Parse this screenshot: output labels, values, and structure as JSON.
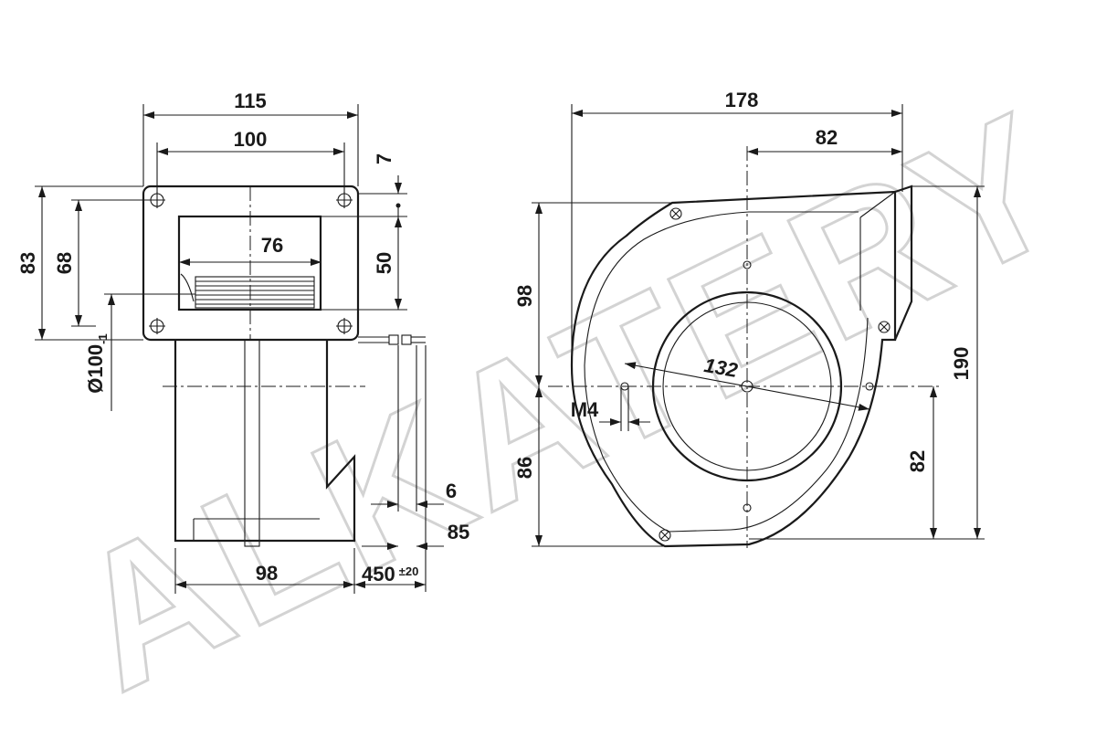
{
  "watermark": {
    "text": "ALKATERY"
  },
  "dimensions": {
    "front_width_115": "115",
    "front_width_100": "100",
    "gap_7": "7",
    "height_83": "83",
    "height_68": "68",
    "outlet_76": "76",
    "outlet_50": "50",
    "diameter_100": "Ø100",
    "diameter_tol": "-1",
    "depth_98": "98",
    "cable_6": "6",
    "cable_85": "85",
    "cable_450": "450",
    "cable_tol": "±20",
    "side_width_178": "178",
    "side_82_top": "82",
    "side_98": "98",
    "side_86": "86",
    "side_190": "190",
    "side_82_right": "82",
    "fan_132": "132",
    "thread_m4": "M4"
  }
}
